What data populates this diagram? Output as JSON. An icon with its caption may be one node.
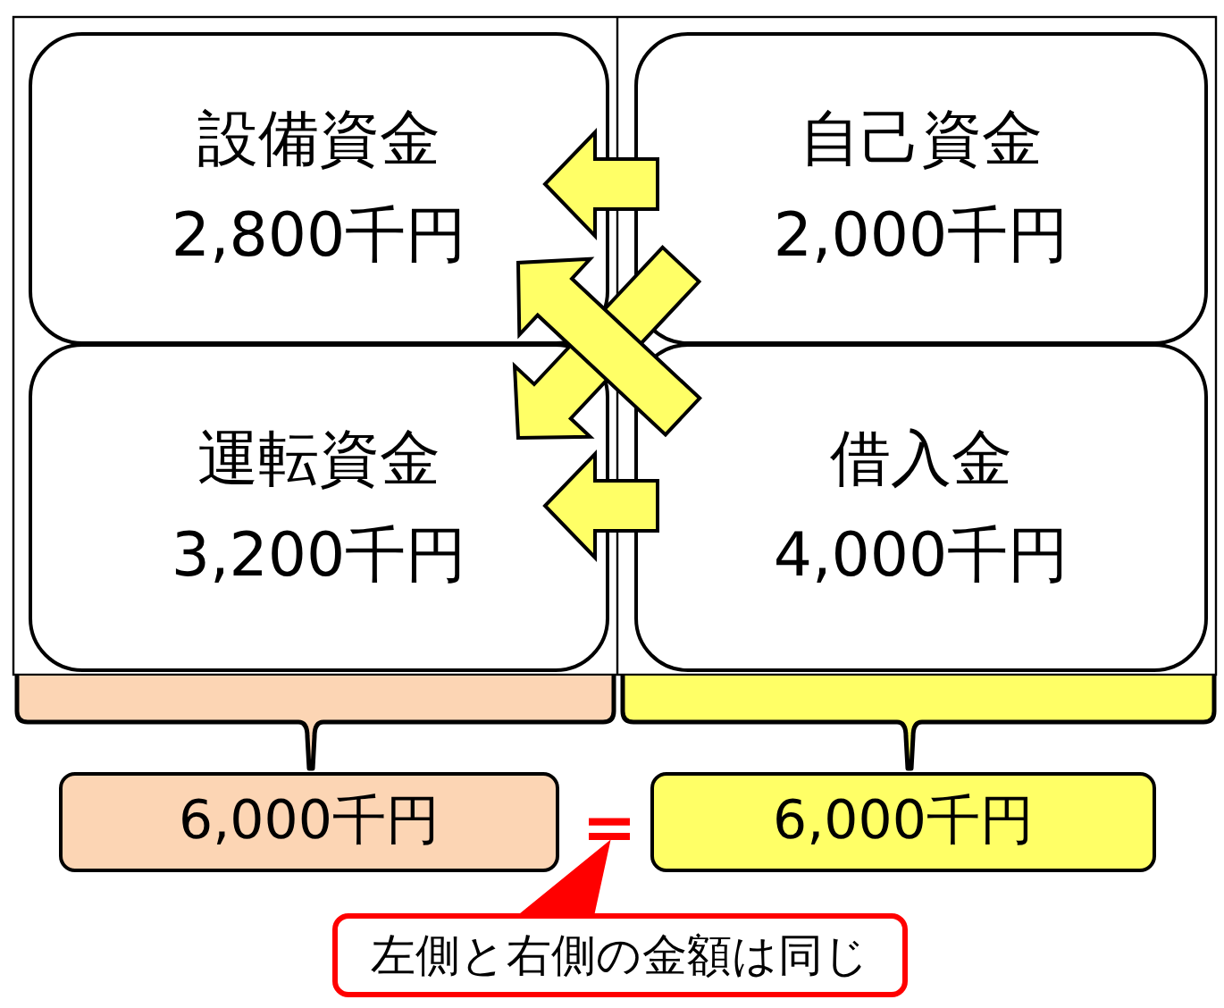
{
  "diagram": {
    "nodes": [
      {
        "text": [
          "設備資金",
          "2,800千円"
        ]
      },
      {
        "text": [
          "自己資金",
          "2,000千円"
        ]
      },
      {
        "text": [
          "運転資金",
          "3,200千円"
        ]
      },
      {
        "text": [
          "借入金",
          "4,000千円"
        ]
      },
      {
        "text": [],
        "shape": "brace"
      },
      {
        "text": [],
        "shape": "brace"
      },
      {
        "text": [
          "6,000千円"
        ]
      },
      {
        "text": [
          "＝"
        ]
      },
      {
        "text": [
          "6,000千円"
        ]
      },
      {
        "text": [
          "左側と右側の金額は同じ"
        ]
      }
    ],
    "edges": [
      {
        "from": 1,
        "to": 0,
        "arrow": "to"
      },
      {
        "from": 1,
        "to": 2,
        "arrow": "to"
      },
      {
        "from": 3,
        "to": 0,
        "arrow": "to"
      },
      {
        "from": 3,
        "to": 2,
        "arrow": "to"
      },
      {
        "from": 9,
        "to": 7,
        "arrow": "to",
        "color": "#ff0000"
      }
    ]
  }
}
